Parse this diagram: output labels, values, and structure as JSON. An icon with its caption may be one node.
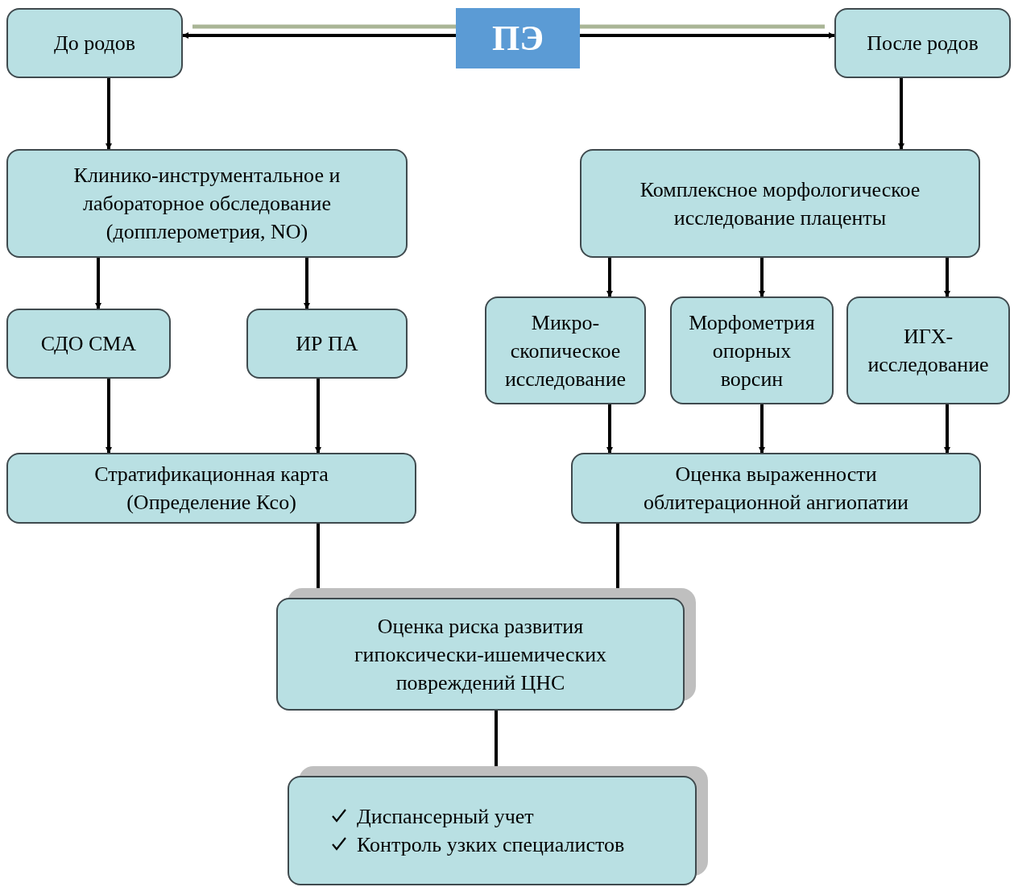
{
  "diagram": {
    "nodes": [
      {
        "text": [
          "ПЭ"
        ]
      },
      {
        "text": [
          "До родов"
        ]
      },
      {
        "text": [
          "После родов"
        ]
      },
      {
        "text": [
          "Клинико-инструментальное и лабораторное обследование (допплерометрия, NO)"
        ]
      },
      {
        "text": [
          "Комплексное морфологическое исследование плаценты"
        ]
      },
      {
        "text": [
          "СДО СМА"
        ]
      },
      {
        "text": [
          "ИР ПА"
        ]
      },
      {
        "text": [
          "Микро- скопическое исследование"
        ]
      },
      {
        "text": [
          "Морфометрия опорных ворсин"
        ]
      },
      {
        "text": [
          "ИГХ-исследование"
        ]
      },
      {
        "text": [
          "Стратификационная карта (Определение Ксо)"
        ]
      },
      {
        "text": [
          "Оценка выраженности облитерационной ангиопатии"
        ]
      },
      {
        "text": [
          "Оценка риска развития гипоксически-ишемических повреждений ЦНС"
        ]
      },
      {
        "text": [
          "Диспансерный учет",
          "Контроль узких специалистов"
        ]
      }
    ],
    "edges": [
      {
        "from": 0,
        "to": 1,
        "arrow": "to"
      },
      {
        "from": 0,
        "to": 2,
        "arrow": "to"
      },
      {
        "from": 1,
        "to": 3,
        "arrow": "to"
      },
      {
        "from": 2,
        "to": 4,
        "arrow": "to"
      },
      {
        "from": 3,
        "to": 5,
        "arrow": "to"
      },
      {
        "from": 3,
        "to": 6,
        "arrow": "to"
      },
      {
        "from": 4,
        "to": 7,
        "arrow": "to"
      },
      {
        "from": 4,
        "to": 8,
        "arrow": "to"
      },
      {
        "from": 4,
        "to": 9,
        "arrow": "to"
      },
      {
        "from": 5,
        "to": 10,
        "arrow": "to"
      },
      {
        "from": 6,
        "to": 10,
        "arrow": "to"
      },
      {
        "from": 7,
        "to": 11,
        "arrow": "to"
      },
      {
        "from": 8,
        "to": 11,
        "arrow": "to"
      },
      {
        "from": 9,
        "to": 11,
        "arrow": "to"
      },
      {
        "from": 10,
        "to": 12,
        "arrow": "to"
      },
      {
        "from": 11,
        "to": 12,
        "arrow": "to"
      },
      {
        "from": 12,
        "to": 13,
        "arrow": "to"
      }
    ]
  }
}
